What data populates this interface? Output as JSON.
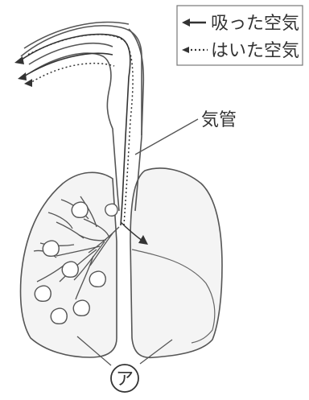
{
  "legend": {
    "inhaled_label": "吸った空気",
    "exhaled_label": "はいた空気"
  },
  "labels": {
    "trachea": "気管",
    "marker": "ア"
  },
  "colors": {
    "line": "#555555",
    "lung_fill": "#f4f4f4",
    "alveoli_fill": "#ffffff"
  }
}
